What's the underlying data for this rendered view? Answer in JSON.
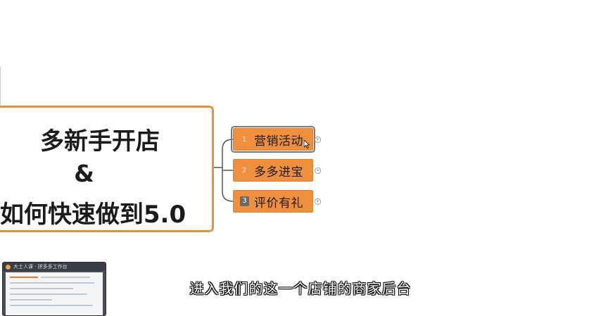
{
  "central_topic": {
    "line1": "多新手开店",
    "line2": "&",
    "line3": "如何快速做到5.0"
  },
  "subtopics": [
    {
      "number": "1",
      "label": "营销活动",
      "selected": true
    },
    {
      "number": "2",
      "label": "多多进宝",
      "selected": false
    },
    {
      "number": "3",
      "label": "评价有礼",
      "selected": false
    }
  ],
  "thumbnail": {
    "title": "大士人课 · 拼多多工作台"
  },
  "subtitle": "进入我们的这一个店铺的商家后台",
  "colors": {
    "topic_fill": "#f08f3e",
    "central_border": "#e8913c",
    "connector": "#555555"
  }
}
